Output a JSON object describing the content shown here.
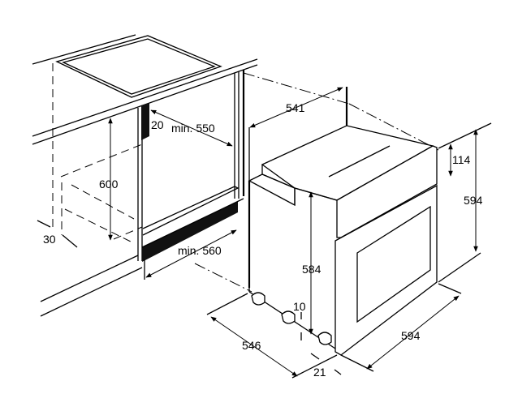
{
  "title": "Built-in oven installation dimensions",
  "units": "mm",
  "dimensions": {
    "oven_depth_top": "541",
    "gap_top": "20",
    "min_depth": "min. 550",
    "niche_height": "600",
    "plinth_offset": "30",
    "min_width": "min. 560",
    "control_panel_height": "114",
    "oven_height": "594",
    "body_height": "584",
    "foot_height": "10",
    "oven_depth": "546",
    "oven_width": "594",
    "front_depth": "21"
  },
  "colors": {
    "line": "#000000",
    "background": "#ffffff"
  }
}
